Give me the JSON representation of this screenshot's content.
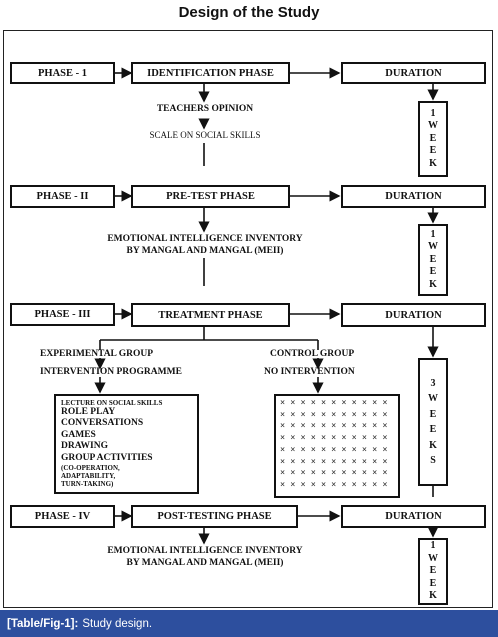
{
  "title": "Design of the Study",
  "phases": [
    {
      "label": "PHASE - 1",
      "name": "IDENTIFICATION PHASE",
      "duration_label": "DURATION",
      "duration_text": "1 WEEK",
      "duration_letters": [
        "1",
        "W",
        "E",
        "E",
        "K"
      ]
    },
    {
      "label": "PHASE - II",
      "name": "PRE-TEST PHASE",
      "duration_label": "DURATION",
      "duration_text": "1 WEEK",
      "duration_letters": [
        "1",
        "W",
        "E",
        "E",
        "K"
      ]
    },
    {
      "label": "PHASE - III",
      "name": "TREATMENT PHASE",
      "duration_label": "DURATION",
      "duration_text": "3 WEEKS",
      "duration_letters": [
        "3",
        "W",
        "E",
        "E",
        "K",
        "S"
      ]
    },
    {
      "label": "PHASE - IV",
      "name": "POST-TESTING PHASE",
      "duration_label": "DURATION",
      "duration_text": "1 WEEK",
      "duration_letters": [
        "1",
        "W",
        "E",
        "E",
        "K"
      ]
    }
  ],
  "phase1_tools": {
    "teachers_opinion": "TEACHERS  OPINION",
    "scale": "SCALE ON SOCIAL SKILLS"
  },
  "pretest_tool": {
    "line1": "EMOTIONAL INTELLIGENCE INVENTORY",
    "line2": "BY MANGAL AND MANGAL (MEII)"
  },
  "posttest_tool": {
    "line1": "EMOTIONAL INTELLIGENCE INVENTORY",
    "line2": "BY MANGAL AND MANGAL (MEII)"
  },
  "experimental": {
    "group": "EXPERIMENTAL GROUP",
    "programme": "INTERVENTION PROGRAMME",
    "items": [
      {
        "text": "LECTURE ON SOCIAL SKILLS",
        "size": "small"
      },
      {
        "text": "ROLE PLAY",
        "size": "big"
      },
      {
        "text": "CONVERSATIONS",
        "size": "big"
      },
      {
        "text": "GAMES",
        "size": "big"
      },
      {
        "text": "DRAWING",
        "size": "big"
      },
      {
        "text": "GROUP ACTIVITIES",
        "size": "big"
      },
      {
        "text": "(CO-OPERATION,",
        "size": "small"
      },
      {
        "text": "ADAPTABILITY,",
        "size": "small"
      },
      {
        "text": "TURN-TAKING)",
        "size": "small"
      }
    ]
  },
  "control": {
    "group": "CONTROL GROUP",
    "intervention": "NO INTERVENTION"
  },
  "caption": {
    "label": "[Table/Fig-1]:",
    "text": "Study design."
  },
  "colors": {
    "caption_bg": "#2d4f9e",
    "caption_text": "#ffffff",
    "ink": "#111111"
  }
}
